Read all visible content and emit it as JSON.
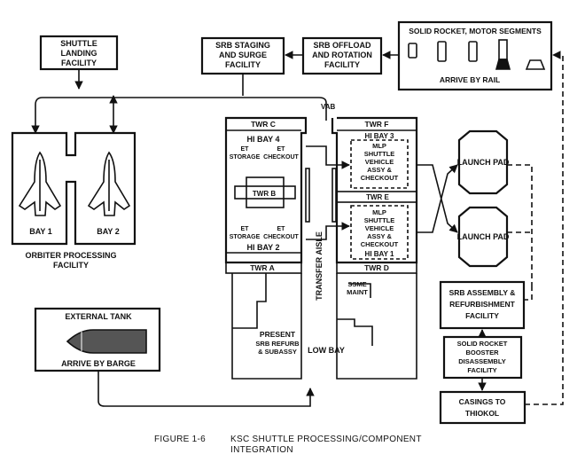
{
  "facilities": {
    "shuttle_landing": [
      "SHUTTLE",
      "LANDING",
      "FACILITY"
    ],
    "srb_staging": [
      "SRB STAGING",
      "AND SURGE",
      "FACILITY"
    ],
    "srb_offload": [
      "SRB OFFLOAD",
      "AND ROTATION",
      "FACILITY"
    ],
    "solid_rocket_title": "SOLID ROCKET, MOTOR SEGMENTS",
    "arrive_by_rail": "ARRIVE BY RAIL",
    "vab": "VAB",
    "bay1": "BAY 1",
    "bay2": "BAY 2",
    "opf": [
      "ORBITER PROCESSING",
      "FACILITY"
    ],
    "external_tank": "EXTERNAL TANK",
    "arrive_by_barge": "ARRIVE BY BARGE",
    "launch_pad_1": "LAUNCH PAD",
    "launch_pad_2": "LAUNCH PAD",
    "srb_assembly": [
      "SRB ASSEMBLY &",
      "REFURBISHMENT",
      "FACILITY"
    ],
    "srb_disassembly": [
      "SOLID ROCKET",
      "BOOSTER",
      "DISASSEMBLY",
      "FACILITY"
    ],
    "casings": [
      "CASINGS TO",
      "THIOKOL"
    ]
  },
  "vab": {
    "twr_c": "TWR C",
    "twr_f": "TWR F",
    "twr_b": "TWR B",
    "twr_e": "TWR E",
    "twr_a": "TWR A",
    "twr_d": "TWR D",
    "hi_bay_4": "HI BAY 4",
    "hi_bay_3": "HI BAY 3",
    "hi_bay_2": "HI BAY 2",
    "hi_bay_1": "HI BAY 1",
    "et_storage_top": [
      "ET",
      "STORAGE"
    ],
    "et_checkout_top": [
      "ET",
      "CHECKOUT"
    ],
    "et_storage_bottom": [
      "ET",
      "STORAGE"
    ],
    "et_checkout_bottom": [
      "ET",
      "CHECKOUT"
    ],
    "mlp_top": [
      "MLP",
      "SHUTTLE",
      "VEHICLE",
      "ASSY &",
      "CHECKOUT"
    ],
    "mlp_bottom": [
      "MLP",
      "SHUTTLE",
      "VEHICLE",
      "ASSY &",
      "CHECKOUT"
    ],
    "transfer_aisle": "TRANSFER AISLE",
    "ssme_maint": [
      "SSME",
      "MAINT"
    ],
    "present_srb": [
      "PRESENT",
      "SRB REFURB",
      "& SUBASSY"
    ],
    "low_bay": "LOW BAY"
  },
  "caption": {
    "figure": "FIGURE 1-6",
    "title_line1": "KSC SHUTTLE PROCESSING/COMPONENT",
    "title_line2": "INTEGRATION"
  },
  "colors": {
    "ink": "#111111",
    "paper": "#ffffff",
    "tank_shade": "#555555"
  }
}
